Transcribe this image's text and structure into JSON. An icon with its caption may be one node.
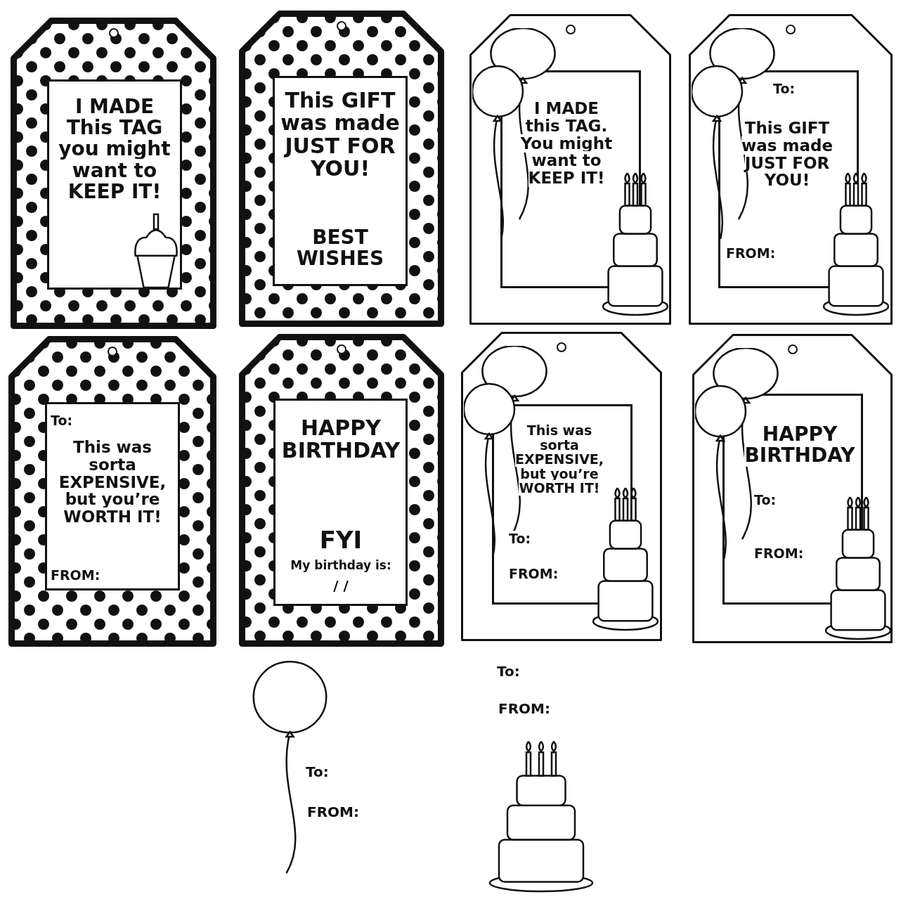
{
  "diagram": {
    "nodes": [
      {
        "text": [
          "I MADE This TAG you might want to KEEP IT!"
        ]
      },
      {
        "text": [
          "This GIFT was made JUST FOR YOU!",
          "BEST WISHES"
        ]
      },
      {
        "text": [
          "I MADE this TAG. You might want to KEEP IT!"
        ]
      },
      {
        "text": [
          "To:",
          "This GIFT was made JUST FOR YOU!",
          "FROM:"
        ]
      },
      {
        "text": [
          "To:",
          "This was sorta EXPENSIVE, but you’re WORTH IT!",
          "FROM:"
        ]
      },
      {
        "text": [
          "HAPPY BIRTHDAY",
          "FYI",
          "My birthday is:",
          "/ /"
        ]
      },
      {
        "text": [
          "This was sorta EXPENSIVE, but you’re WORTH IT!",
          "To:",
          "FROM:"
        ]
      },
      {
        "text": [
          "HAPPY BIRTHDAY",
          "To:",
          "FROM:"
        ]
      }
    ],
    "labels": [
      "To:",
      "FROM:",
      "To:",
      "FROM:"
    ]
  }
}
